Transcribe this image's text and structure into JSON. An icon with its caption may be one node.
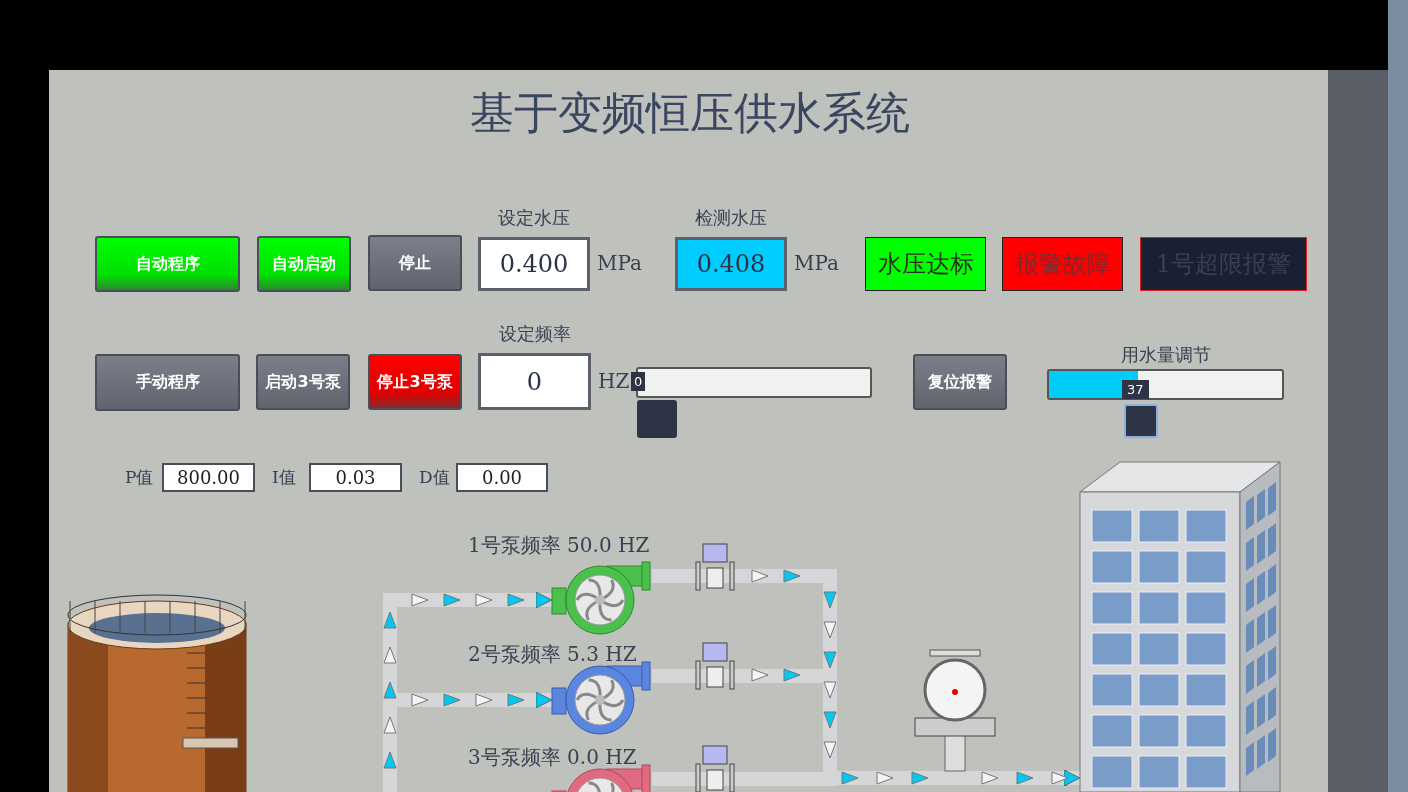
{
  "diagram": {
    "title": "基于变频恒压供水系统",
    "nodes": [
      {
        "text": [
          "自动程序"
        ]
      },
      {
        "text": [
          "自动启动"
        ]
      },
      {
        "text": [
          "停止"
        ]
      },
      {
        "text": [
          "设定水压",
          "0.400"
        ],
        "beside": [
          "MPa"
        ]
      },
      {
        "text": [
          "检测水压",
          "0.408"
        ],
        "beside": [
          "MPa"
        ]
      },
      {
        "text": [
          "水压达标"
        ]
      },
      {
        "text": [
          "报警故障"
        ]
      },
      {
        "text": [
          "1号超限报警"
        ]
      },
      {
        "text": [
          "手动程序"
        ]
      },
      {
        "text": [
          "启动3号泵"
        ]
      },
      {
        "text": [
          "停止3号泵"
        ]
      },
      {
        "text": [
          "设定频率",
          "0"
        ],
        "beside": [
          "HZ"
        ]
      },
      {
        "text": [
          "复位报警"
        ]
      },
      {
        "text": [
          "800.00"
        ],
        "beside": [
          "P值"
        ]
      },
      {
        "text": [
          "0.03"
        ],
        "beside": [
          "I值"
        ]
      },
      {
        "text": [
          "0.00"
        ],
        "beside": [
          "D值"
        ]
      },
      {
        "text": [],
        "shape": "picture"
      },
      {
        "text": [],
        "shape": "picture",
        "beside": [
          "1号泵频率 50.0 HZ"
        ]
      },
      {
        "text": [],
        "shape": "picture",
        "beside": [
          "2号泵频率 5.3 HZ"
        ]
      },
      {
        "text": [],
        "shape": "picture",
        "beside": [
          "3号泵频率 0.0 HZ"
        ]
      },
      {
        "text": [],
        "shape": "picture"
      }
    ],
    "edges": [
      {
        "from": null,
        "to": 17,
        "arrow": "to"
      },
      {
        "from": null,
        "to": 18,
        "arrow": "to"
      },
      {
        "from": 17,
        "to": 20,
        "arrow": "to"
      },
      {
        "from": 18,
        "to": 20,
        "arrow": "to"
      },
      {
        "from": 19,
        "to": 20,
        "arrow": "to"
      }
    ],
    "labels": [
      "0",
      "用水量调节",
      "37"
    ]
  }
}
